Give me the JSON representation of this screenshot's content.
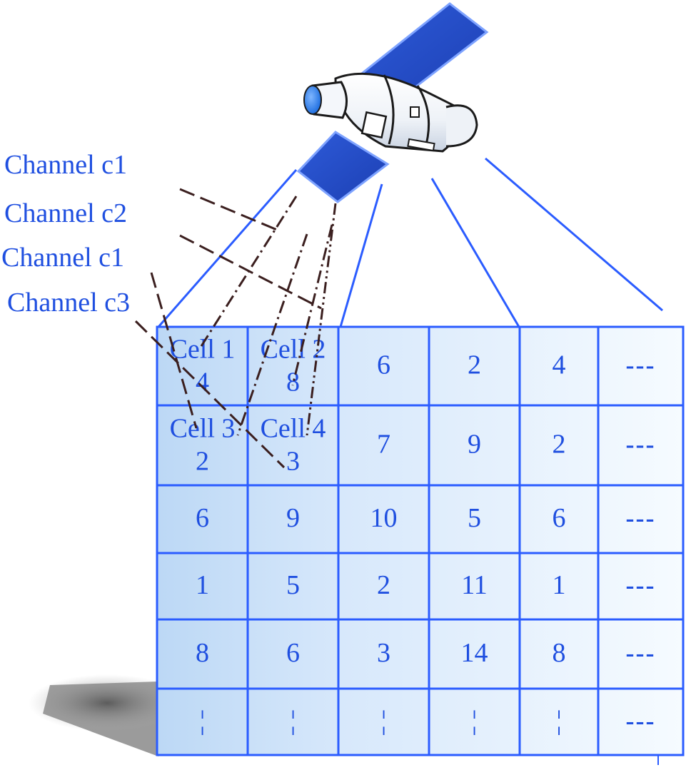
{
  "channels": {
    "label_1": "Channel c1",
    "label_2": "Channel c2",
    "label_3": "Channel c1",
    "label_4": "Channel c3"
  },
  "grid": {
    "rows": [
      [
        {
          "line1": "Cell 1",
          "line2": "4"
        },
        {
          "line1": "Cell 2",
          "line2": "8"
        },
        {
          "value": "6"
        },
        {
          "value": "2"
        },
        {
          "value": "4"
        },
        {
          "value": "---"
        }
      ],
      [
        {
          "line1": "Cell 3",
          "line2": "2"
        },
        {
          "line1": "Cell 4",
          "line2": "3"
        },
        {
          "value": "7"
        },
        {
          "value": "9"
        },
        {
          "value": "2"
        },
        {
          "value": "---"
        }
      ],
      [
        {
          "value": "6"
        },
        {
          "value": "9"
        },
        {
          "value": "10"
        },
        {
          "value": "5"
        },
        {
          "value": "6"
        },
        {
          "value": "---"
        }
      ],
      [
        {
          "value": "1"
        },
        {
          "value": "5"
        },
        {
          "value": "2"
        },
        {
          "value": "11"
        },
        {
          "value": "1"
        },
        {
          "value": "---"
        }
      ],
      [
        {
          "value": "8"
        },
        {
          "value": "6"
        },
        {
          "value": "3"
        },
        {
          "value": "14"
        },
        {
          "value": "8"
        },
        {
          "value": "---"
        }
      ],
      [
        {
          "value": "¦"
        },
        {
          "value": "¦"
        },
        {
          "value": "¦"
        },
        {
          "value": "¦"
        },
        {
          "value": "¦"
        },
        {
          "value": "---"
        }
      ]
    ]
  },
  "icons": {
    "satellite": "satellite-icon"
  },
  "colors": {
    "text_blue": "#1f4fe0",
    "grid_blue": "#2b5cff",
    "dark_line": "#3b1f1f",
    "cell_fill_light": "#eef5ff",
    "cell_fill_dark": "#bcd8f5"
  }
}
